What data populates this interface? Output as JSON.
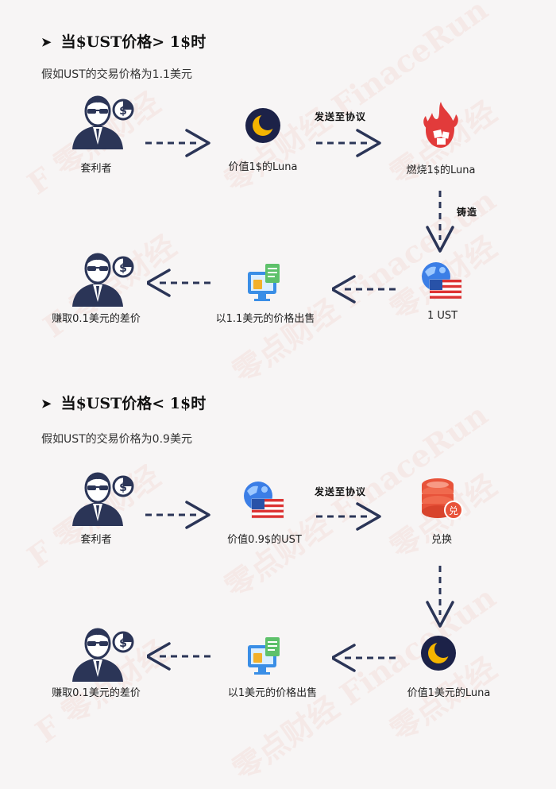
{
  "section1": {
    "heading": "当$UST价格> 1$时",
    "subtitle": "假如UST的交易价格为1.1美元",
    "labels": {
      "arbitrageur": "套利者",
      "luna_worth": "价值1$的Luna",
      "burn": "燃烧1$的Luna",
      "ust": "1 UST",
      "sell": "以1.1美元的价格出售",
      "profit": "赚取0.1美元的差价"
    },
    "arrow_labels": {
      "send": "发送至协议",
      "mint": "铸造"
    }
  },
  "section2": {
    "heading": "当$UST价格< 1$时",
    "subtitle": "假如UST的交易价格为0.9美元",
    "labels": {
      "arbitrageur": "套利者",
      "ust_worth": "价值0.9$的UST",
      "exchange": "兑换",
      "luna_worth": "价值1美元的Luna",
      "sell": "以1美元的价格出售",
      "profit": "赚取0.1美元的差价"
    },
    "arrow_labels": {
      "send": "发送至协议"
    },
    "exchange_badge": "兑"
  },
  "colors": {
    "navy": "#2b3557",
    "fire": "#e23b3b",
    "coin_red": "#e8533a",
    "dollar_blue": "#2f6fd6"
  }
}
